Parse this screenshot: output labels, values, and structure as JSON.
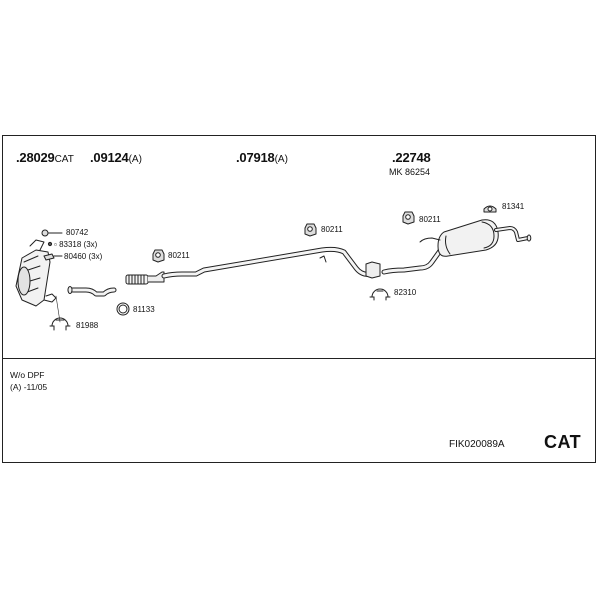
{
  "headers": [
    {
      "code": ".28029",
      "suffix": "CAT"
    },
    {
      "code": ".09124",
      "suffix": "(A)"
    },
    {
      "code": ".07918",
      "suffix": "(A)"
    },
    {
      "code": ".22748",
      "suffix": ""
    }
  ],
  "header_sub": "MK  86254",
  "callouts": {
    "c80742": "80742",
    "c83318": "83318 (3x)",
    "c80460": "80460 (3x)",
    "c81988": "81988",
    "c81133": "81133",
    "c80211a": "80211",
    "c80211b": "80211",
    "c80211c": "80211",
    "c81341": "81341",
    "c82310": "82310"
  },
  "notes": [
    "W/o DPF",
    "(A)  -11/05"
  ],
  "kit_code": "FIK020089A",
  "kit_type": "CAT"
}
